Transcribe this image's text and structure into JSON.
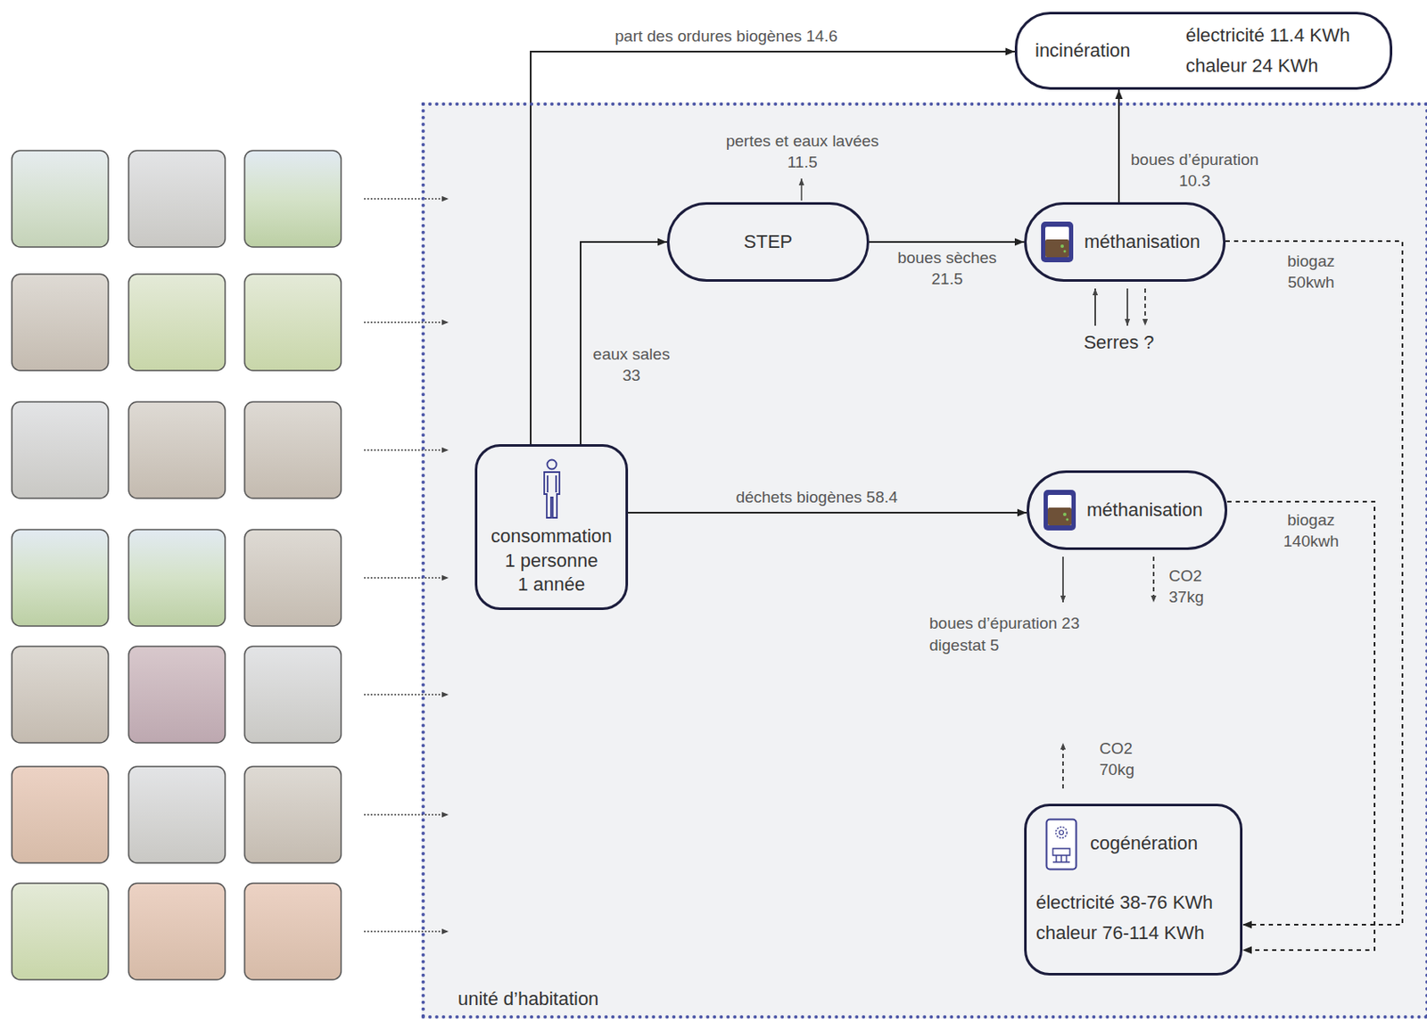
{
  "diagram": {
    "nodes": [
      {
        "text": [
          "incinération",
          "électricité 11.4 KWh",
          "chaleur 24 KWh"
        ]
      },
      {
        "text": [
          "unité d’habitation"
        ]
      },
      {
        "text": [
          "STEP"
        ],
        "in": 1
      },
      {
        "text": [
          "méthanisation"
        ],
        "in": 1
      },
      {
        "text": [
          "consommation 1 personne 1 année"
        ],
        "in": 1
      },
      {
        "text": [
          "méthanisation"
        ],
        "in": 1
      },
      {
        "text": [
          "cogénération",
          "électricité 38-76 KWh",
          "chaleur 76-114 KWh"
        ],
        "in": 1
      }
    ],
    "edges": [
      {
        "from": 4,
        "to": 0,
        "label": "part des ordures biogènes 14.6",
        "arrow": "to"
      },
      {
        "from": 4,
        "to": 2,
        "label": "eaux sales 33",
        "arrow": "to"
      },
      {
        "from": 2,
        "to": 3,
        "label": "boues sèches 21.5",
        "arrow": "to"
      },
      {
        "from": 3,
        "to": 0,
        "label": "boues d’épuration 10.3",
        "arrow": "to"
      },
      {
        "from": 4,
        "to": 5,
        "label": "déchets biogènes 58.4",
        "arrow": "to"
      },
      {
        "from": 3,
        "to": 6,
        "label": "biogaz 50kwh",
        "arrow": "to"
      },
      {
        "from": 5,
        "to": 6,
        "label": "biogaz 140kwh",
        "arrow": "to"
      }
    ],
    "labels": [
      "pertes et eaux lavées 11.5",
      "Serres ?",
      "boues d’épuration 23",
      "digestat 5",
      "CO2 37kg",
      "CO2 70kg"
    ]
  }
}
